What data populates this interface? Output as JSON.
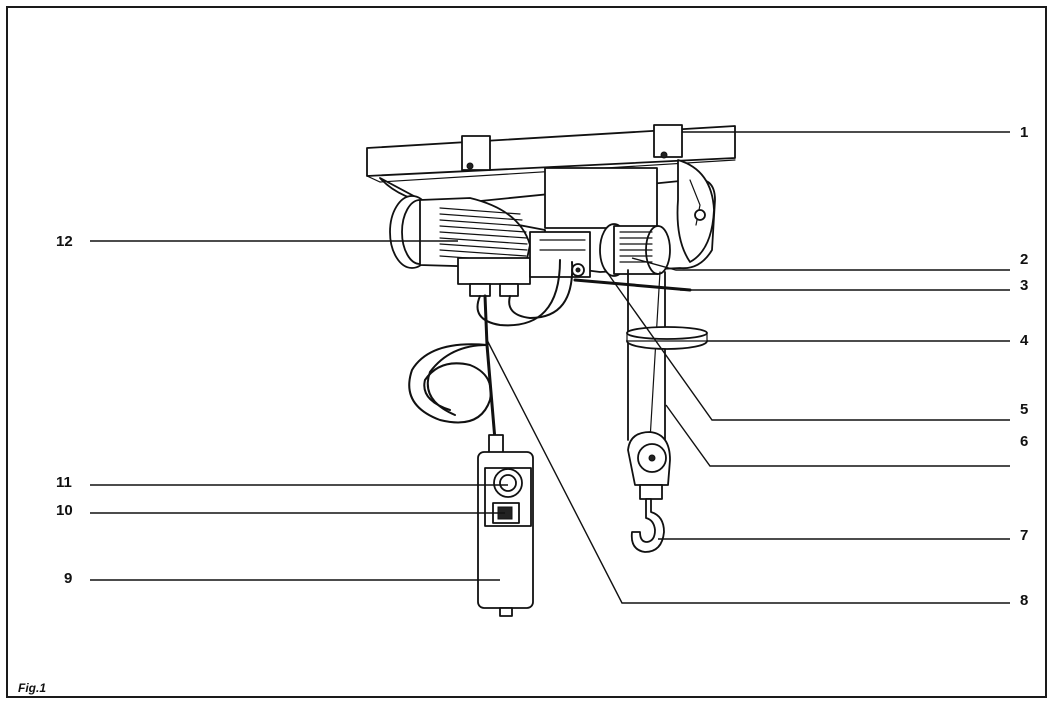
{
  "figure": {
    "caption": "Fig.1",
    "callouts": [
      {
        "id": "c1",
        "label": "1"
      },
      {
        "id": "c2",
        "label": "2"
      },
      {
        "id": "c3",
        "label": "3"
      },
      {
        "id": "c4",
        "label": "4"
      },
      {
        "id": "c5",
        "label": "5"
      },
      {
        "id": "c6",
        "label": "6"
      },
      {
        "id": "c7",
        "label": "7"
      },
      {
        "id": "c8",
        "label": "8"
      },
      {
        "id": "c9",
        "label": "9"
      },
      {
        "id": "c10",
        "label": "10"
      },
      {
        "id": "c11",
        "label": "11"
      },
      {
        "id": "c12",
        "label": "12"
      }
    ]
  }
}
